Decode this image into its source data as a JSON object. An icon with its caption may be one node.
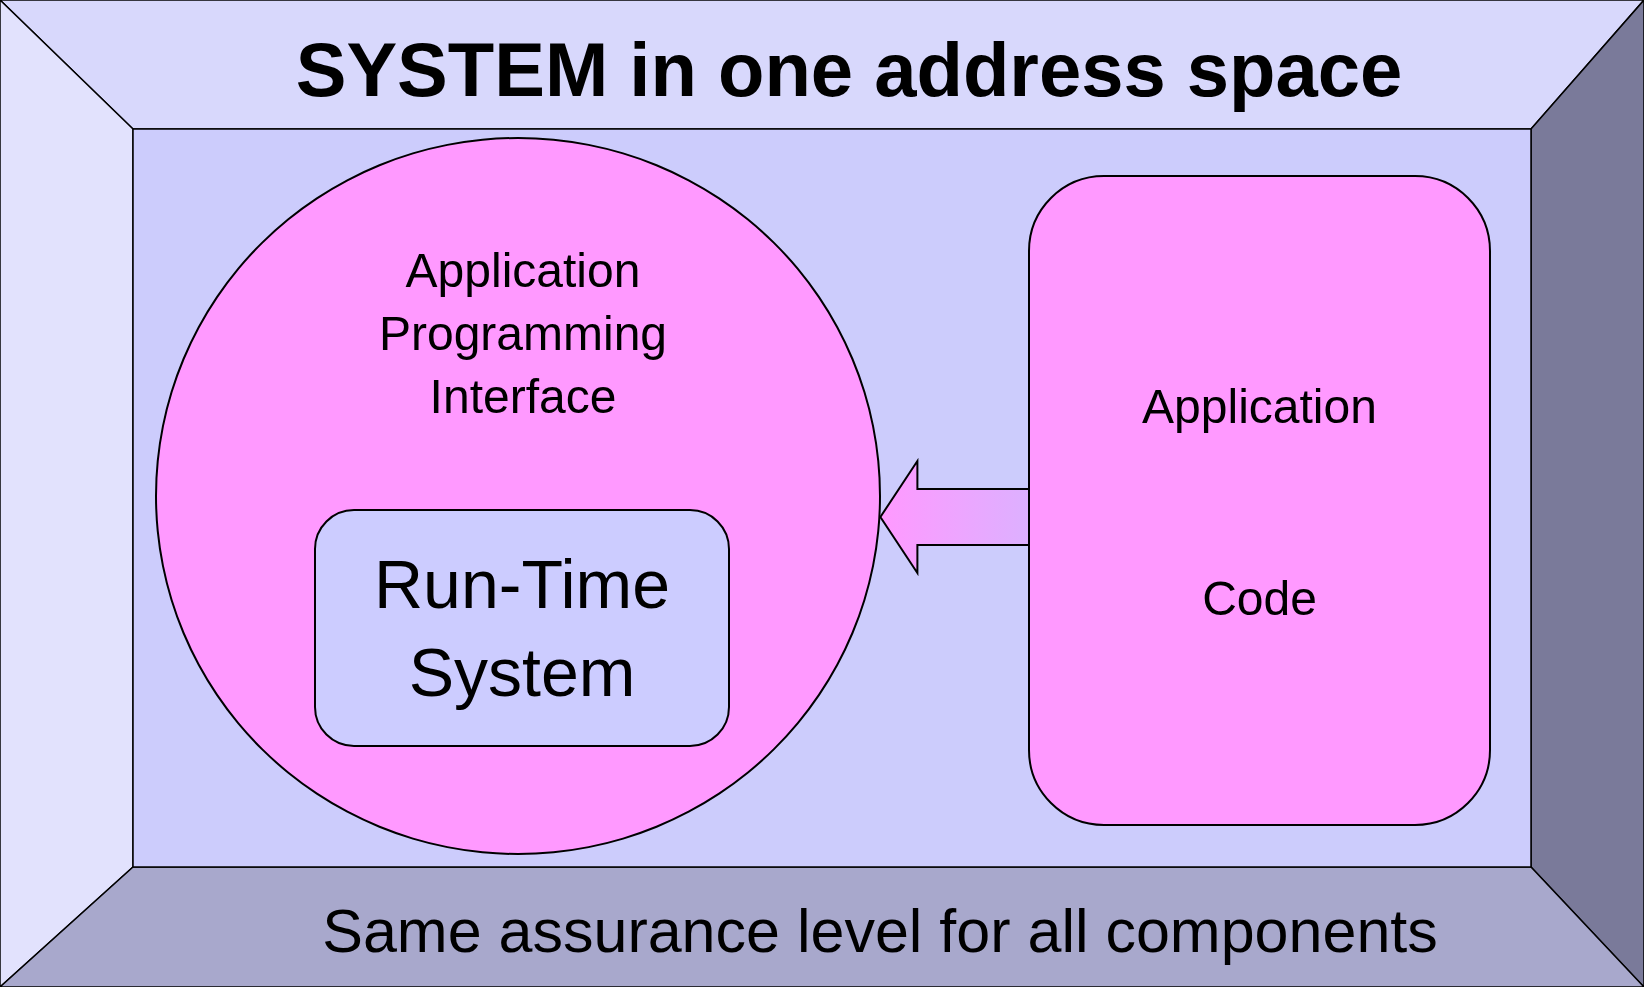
{
  "diagram": {
    "nodes": [
      {
        "text": [
          "SYSTEM in one address space",
          "Same assurance level for all components"
        ]
      },
      {
        "text": [
          "Application Programming Interface"
        ],
        "in": 0
      },
      {
        "text": [
          "Run-Time System"
        ],
        "in": 1
      },
      {
        "text": [
          "Application",
          "Code"
        ],
        "in": 0
      }
    ],
    "edges": [
      {
        "from": 3,
        "to": 1,
        "arrow": "to",
        "style": "thick"
      }
    ]
  }
}
